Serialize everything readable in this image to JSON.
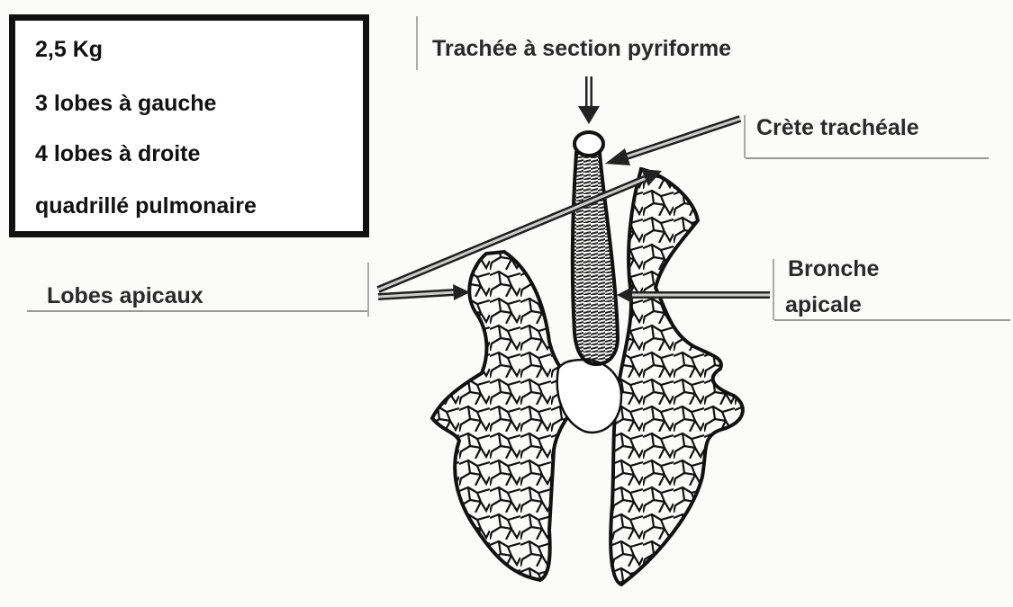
{
  "info_box": {
    "lines": [
      "2,5 Kg",
      "3 lobes à gauche",
      "4 lobes à droite",
      "quadrillé pulmonaire"
    ]
  },
  "labels": {
    "trachea": "Trachée à section pyriforme",
    "crest": "Crète trachéale",
    "apical_lobes": "Lobes apicaux",
    "apical_bronchus_line1": "Bronche",
    "apical_bronchus_line2": "apicale"
  }
}
